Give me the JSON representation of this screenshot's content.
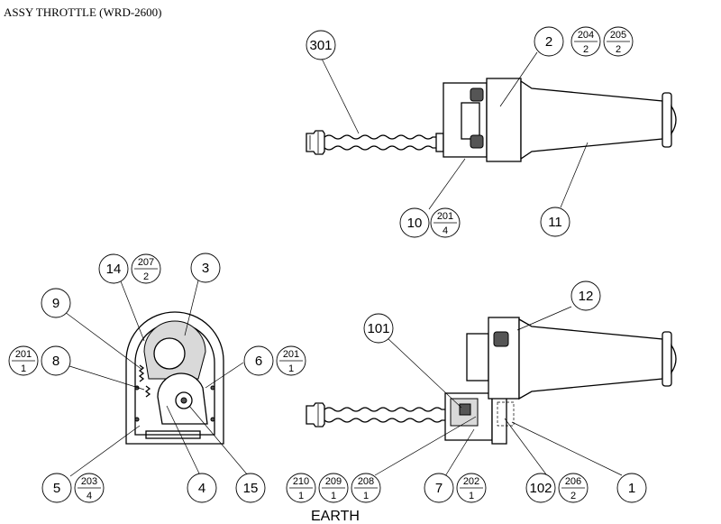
{
  "title": "ASSY THROTTLE (WRD-2600)",
  "earth_label": "EARTH",
  "callouts": {
    "c301": "301",
    "c2": "2",
    "c10": "10",
    "c11": "11",
    "c14": "14",
    "c3": "3",
    "c9": "9",
    "c8": "8",
    "c6": "6",
    "c5": "5",
    "c4": "4",
    "c15": "15",
    "c12": "12",
    "c101": "101",
    "c7": "7",
    "c102": "102",
    "c1": "1"
  },
  "fractions": {
    "f204": {
      "top": "204",
      "bottom": "2"
    },
    "f205": {
      "top": "205",
      "bottom": "2"
    },
    "f201a": {
      "top": "201",
      "bottom": "4"
    },
    "f207": {
      "top": "207",
      "bottom": "2"
    },
    "f201b": {
      "top": "201",
      "bottom": "1"
    },
    "f201c": {
      "top": "201",
      "bottom": "1"
    },
    "f203": {
      "top": "203",
      "bottom": "4"
    },
    "f210": {
      "top": "210",
      "bottom": "1"
    },
    "f209": {
      "top": "209",
      "bottom": "1"
    },
    "f208": {
      "top": "208",
      "bottom": "1"
    },
    "f202": {
      "top": "202",
      "bottom": "1"
    },
    "f206": {
      "top": "206",
      "bottom": "2"
    }
  }
}
